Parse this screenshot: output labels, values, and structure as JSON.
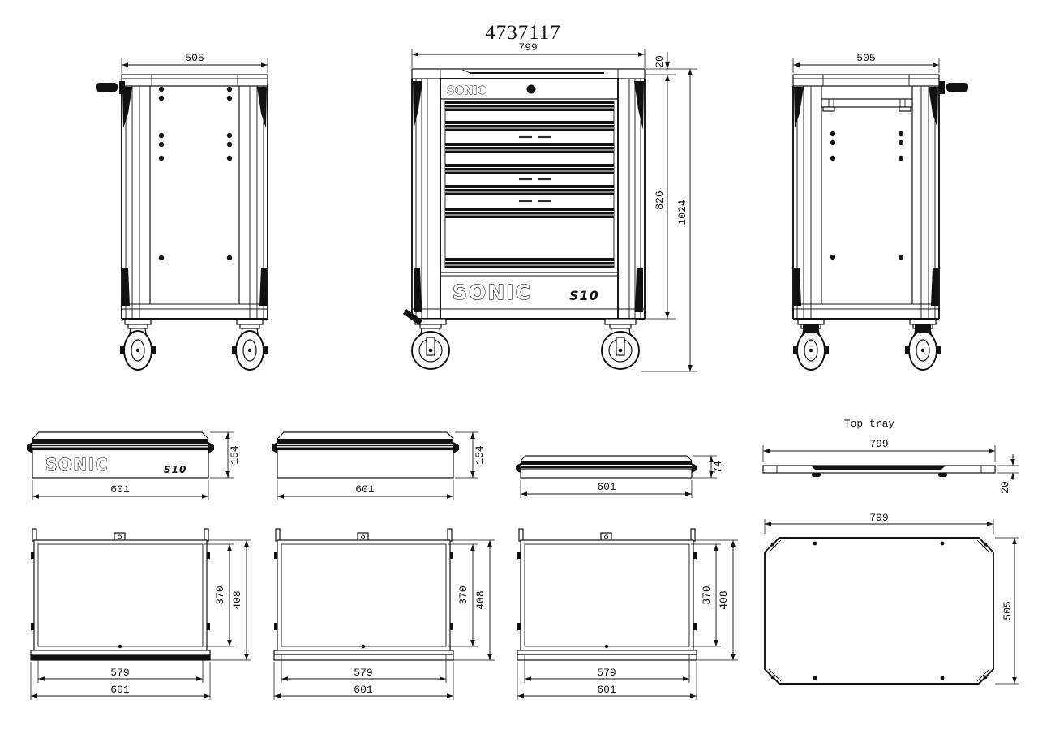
{
  "drawing": {
    "title": "4737117",
    "background": "#ffffff",
    "line_color": "#111111",
    "brand_logo": "SONIC",
    "model_logo": "S10"
  },
  "views": {
    "side_left": {
      "dim_width": "505"
    },
    "front": {
      "dim_width": "799",
      "dim_top_lip": "20",
      "dim_body_height": "826",
      "dim_total_height": "1024"
    },
    "side_right": {
      "dim_width": "505"
    },
    "drawer_front_branded": {
      "dim_width": "601",
      "dim_height": "154"
    },
    "drawer_front_plain": {
      "dim_width": "601",
      "dim_height": "154"
    },
    "drawer_front_slim": {
      "dim_width": "601",
      "dim_height": "74"
    },
    "top_tray_profile": {
      "label": "Top tray",
      "dim_width": "799",
      "dim_thickness": "20"
    },
    "drawer_plans": [
      {
        "dim_inner_depth": "370",
        "dim_outer_depth": "408",
        "dim_inner_width": "579",
        "dim_outer_width": "601"
      },
      {
        "dim_inner_depth": "370",
        "dim_outer_depth": "408",
        "dim_inner_width": "579",
        "dim_outer_width": "601"
      },
      {
        "dim_inner_depth": "370",
        "dim_outer_depth": "408",
        "dim_inner_width": "579",
        "dim_outer_width": "601"
      }
    ],
    "tray_plan": {
      "dim_width": "799",
      "dim_depth": "505"
    }
  }
}
